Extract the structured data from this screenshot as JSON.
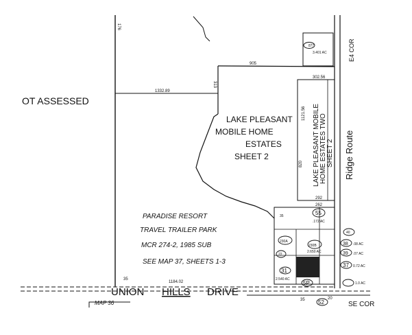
{
  "labels": {
    "not_assessed": "OT ASSESSED",
    "subdivision_main": [
      "LAKE PLEASANT",
      "MOBILE HOME",
      "ESTATES",
      "SHEET 2"
    ],
    "subdivision_two": [
      "LAKE PLEASANT MOBILE",
      "HOME ESTATES TWO",
      "SHEET 2"
    ],
    "ridge_route": "Ridge Route",
    "paradise": [
      "PARADISE RESORT",
      "TRAVEL TRAILER PARK",
      "MCR 274-2, 1985 SUB",
      "SEE MAP 37, SHEETS 1-3"
    ],
    "road_union": "UNION",
    "road_hills": "HILLS",
    "road_drive": "DRIVE",
    "map_ref": "MAP 36",
    "se_cor": "SE COR",
    "e4_cor": "E4 COR",
    "corner_176": "176",
    "road_35": "35",
    "road_1184": "1184.02"
  },
  "dimensions": {
    "d_905": "905",
    "d_1332": "1332.89",
    "d_313": "313",
    "d_302": "302.56",
    "d_292": "292",
    "d_262": "262",
    "d_820": "820",
    "d_1121": "1121.56",
    "d_35": "35",
    "d_20": "20"
  },
  "parcels": [
    {
      "id": "37",
      "area": "0.72 AC"
    },
    {
      "id": "38",
      "area": ".08 AC"
    },
    {
      "id": "39",
      "area": ".07 AC"
    },
    {
      "id": "40",
      "area": ""
    },
    {
      "id": "55",
      "area": ".172 AC"
    },
    {
      "id": "23",
      "area": "2.650 AC"
    },
    {
      "id": "31",
      "area": "2.540 AC"
    },
    {
      "id": "5P",
      "area": ""
    },
    {
      "id": "52",
      "area": ""
    },
    {
      "id": "22",
      "area": ""
    },
    {
      "id": "877",
      "area": "3.401 AC"
    }
  ],
  "small_parcels": {
    "p_230a": "230A",
    "p_230b": "230B",
    "p_35x": "35",
    "p_sx": "1.0 AC"
  }
}
